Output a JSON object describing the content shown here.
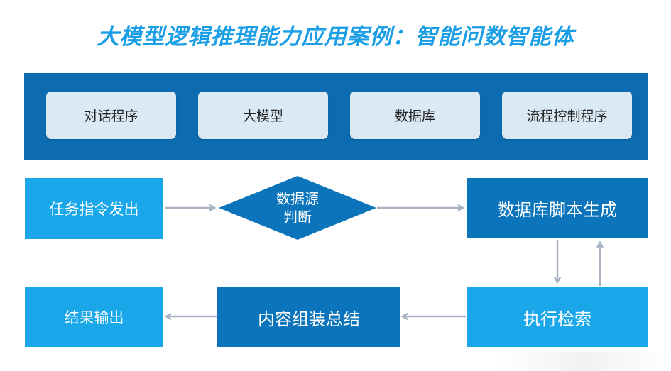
{
  "title": "大模型逻辑推理能力应用案例：智能问数智能体",
  "components": [
    "对话程序",
    "大模型",
    "数据库",
    "流程控制程序"
  ],
  "flow": {
    "task_issue": "任务指令发出",
    "source_judge_line1": "数据源",
    "source_judge_line2": "判断",
    "script_gen": "数据库脚本生成",
    "retrieve": "执行检索",
    "assemble": "内容组装总结",
    "output": "结果输出"
  },
  "colors": {
    "title": "#1a9ee6",
    "band": "#0d6bb1",
    "component_bg": "#dbe9f5",
    "light_box": "#19a7ea",
    "dark_box": "#0b74bb",
    "arrow": "#aab3c2"
  }
}
